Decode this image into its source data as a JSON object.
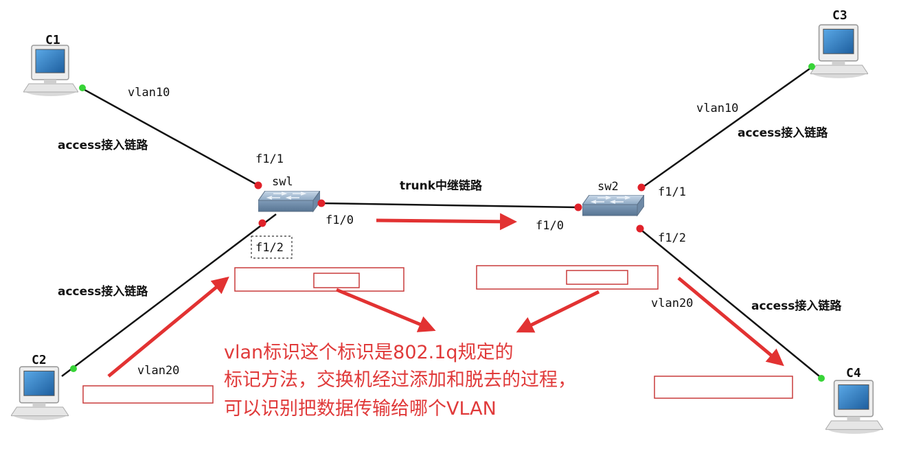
{
  "nodes": {
    "c1": "C1",
    "c2": "C2",
    "c3": "C3",
    "c4": "C4",
    "sw1": "swl",
    "sw2": "sw2"
  },
  "ports": {
    "sw1_f11": "f1/1",
    "sw1_f10": "f1/0",
    "sw1_f12": "f1/2",
    "sw2_f10": "f1/0",
    "sw2_f11": "f1/1",
    "sw2_f12": "f1/2"
  },
  "links": {
    "c1_vlan": "vlan10",
    "c1_type": "access接入链路",
    "c2_vlan": "vlan20",
    "c2_type": "access接入链路",
    "c3_vlan": "vlan10",
    "c3_type": "access接入链路",
    "c4_vlan": "vlan20",
    "c4_type": "access接入链路",
    "trunk": "trunk中继链路"
  },
  "note": {
    "line1": "vlan标识这个标识是802.1q规定的",
    "line2": "标记方法，交换机经过添加和脱去的过程，",
    "line3": "可以识别把数据传输给哪个VLAN"
  },
  "colors": {
    "link": "#111111",
    "port_red": "#e0222a",
    "port_green": "#37d437",
    "arrow": "#e23232",
    "frame": "#c93a3a",
    "pc_screen": "#2f7fc0",
    "switch_body": "#8aa6c2"
  }
}
